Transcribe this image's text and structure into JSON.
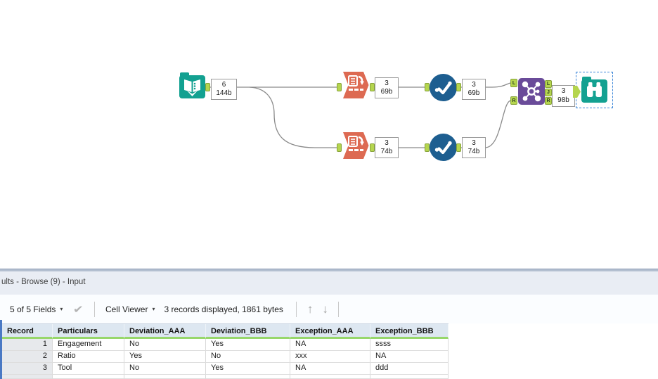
{
  "workflow": {
    "annotations": {
      "input": [
        "6",
        "144b"
      ],
      "select_top": [
        "3",
        "69b"
      ],
      "unique_top": [
        "3",
        "69b"
      ],
      "select_bottom": [
        "3",
        "74b"
      ],
      "unique_bottom": [
        "3",
        "74b"
      ],
      "join": [
        "3",
        "98b"
      ]
    },
    "join_anchors": {
      "left": [
        "L",
        "R"
      ],
      "right": [
        "L",
        "J",
        "R"
      ]
    },
    "colors": {
      "tool_teal": "#13a191",
      "tool_orange": "#dd6a52",
      "tool_blue": "#1d5e90",
      "tool_purple": "#6a4b99",
      "anchor_green": "#b5d54e",
      "selected_connection_blue": "#4a5ed0",
      "selection_dashed_border": "#3c86d8",
      "header_underline_green": "#97d76b"
    }
  },
  "results": {
    "title": "ults - Browse (9) - Input",
    "toolbar": {
      "fields_label": "5 of 5 Fields",
      "cell_viewer_label": "Cell Viewer",
      "records_info": "3 records displayed, 1861 bytes"
    },
    "table": {
      "columns": [
        "Record",
        "Particulars",
        "Deviation_AAA",
        "Deviation_BBB",
        "Exception_AAA",
        "Exception_BBB"
      ],
      "rows": [
        [
          "1",
          "Engagement",
          "No",
          "Yes",
          "NA",
          "ssss"
        ],
        [
          "2",
          "Ratio",
          "Yes",
          "No",
          "xxx",
          "NA"
        ],
        [
          "3",
          "Tool",
          "No",
          "Yes",
          "NA",
          "ddd"
        ]
      ]
    }
  }
}
